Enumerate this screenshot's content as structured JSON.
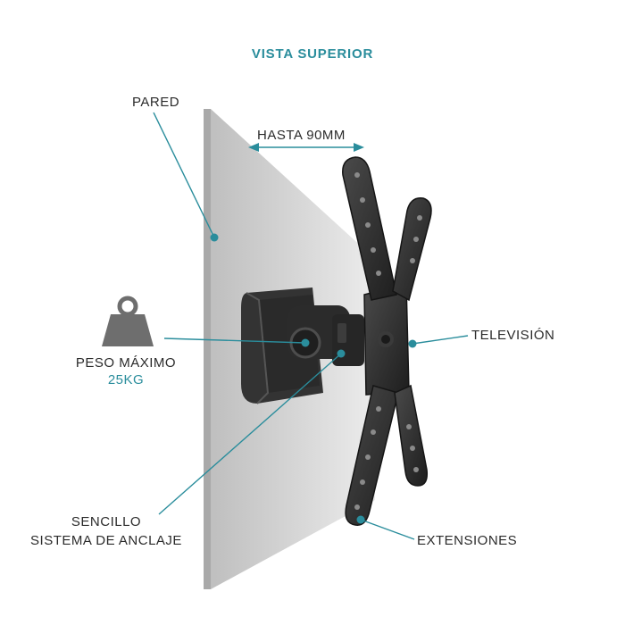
{
  "title": "VISTA SUPERIOR",
  "labels": {
    "wall": "PARED",
    "depth": "HASTA 90MM",
    "max_weight_label": "PESO MÁXIMO",
    "max_weight_value": "25KG",
    "tv": "TELEVISIÓN",
    "anchor_line1": "SENCILLO",
    "anchor_line2": "SISTEMA DE ANCLAJE",
    "extensions": "EXTENSIONES"
  },
  "colors": {
    "accent": "#2a8d9c",
    "text": "#2b2b2b",
    "wall": "#cfcfcf",
    "metal": "#2c2c2c",
    "weight": "#6e6e6e"
  },
  "icons": [
    "weight-icon"
  ]
}
